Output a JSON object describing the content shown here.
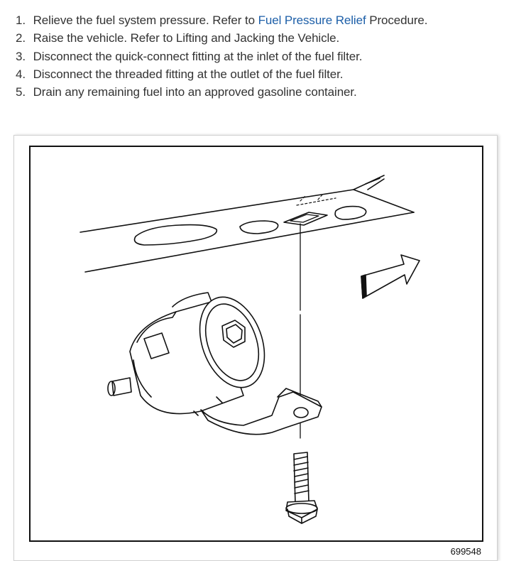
{
  "steps": [
    {
      "num": "1.",
      "pre": "Relieve the fuel system pressure. Refer to ",
      "link": "Fuel Pressure Relief",
      "post": " Procedure."
    },
    {
      "num": "2.",
      "text": "Raise the vehicle. Refer to Lifting and Jacking the Vehicle."
    },
    {
      "num": "3.",
      "text": "Disconnect the quick-connect fitting at the inlet of the fuel filter."
    },
    {
      "num": "4.",
      "text": "Disconnect the threaded fitting at the outlet of the fuel filter."
    },
    {
      "num": "5.",
      "text": "Drain any remaining fuel into an approved gasoline container."
    }
  ],
  "figure": {
    "id": "699548"
  },
  "colors": {
    "link": "#1d5fa8",
    "text": "#333333",
    "line_art": "#111111"
  }
}
